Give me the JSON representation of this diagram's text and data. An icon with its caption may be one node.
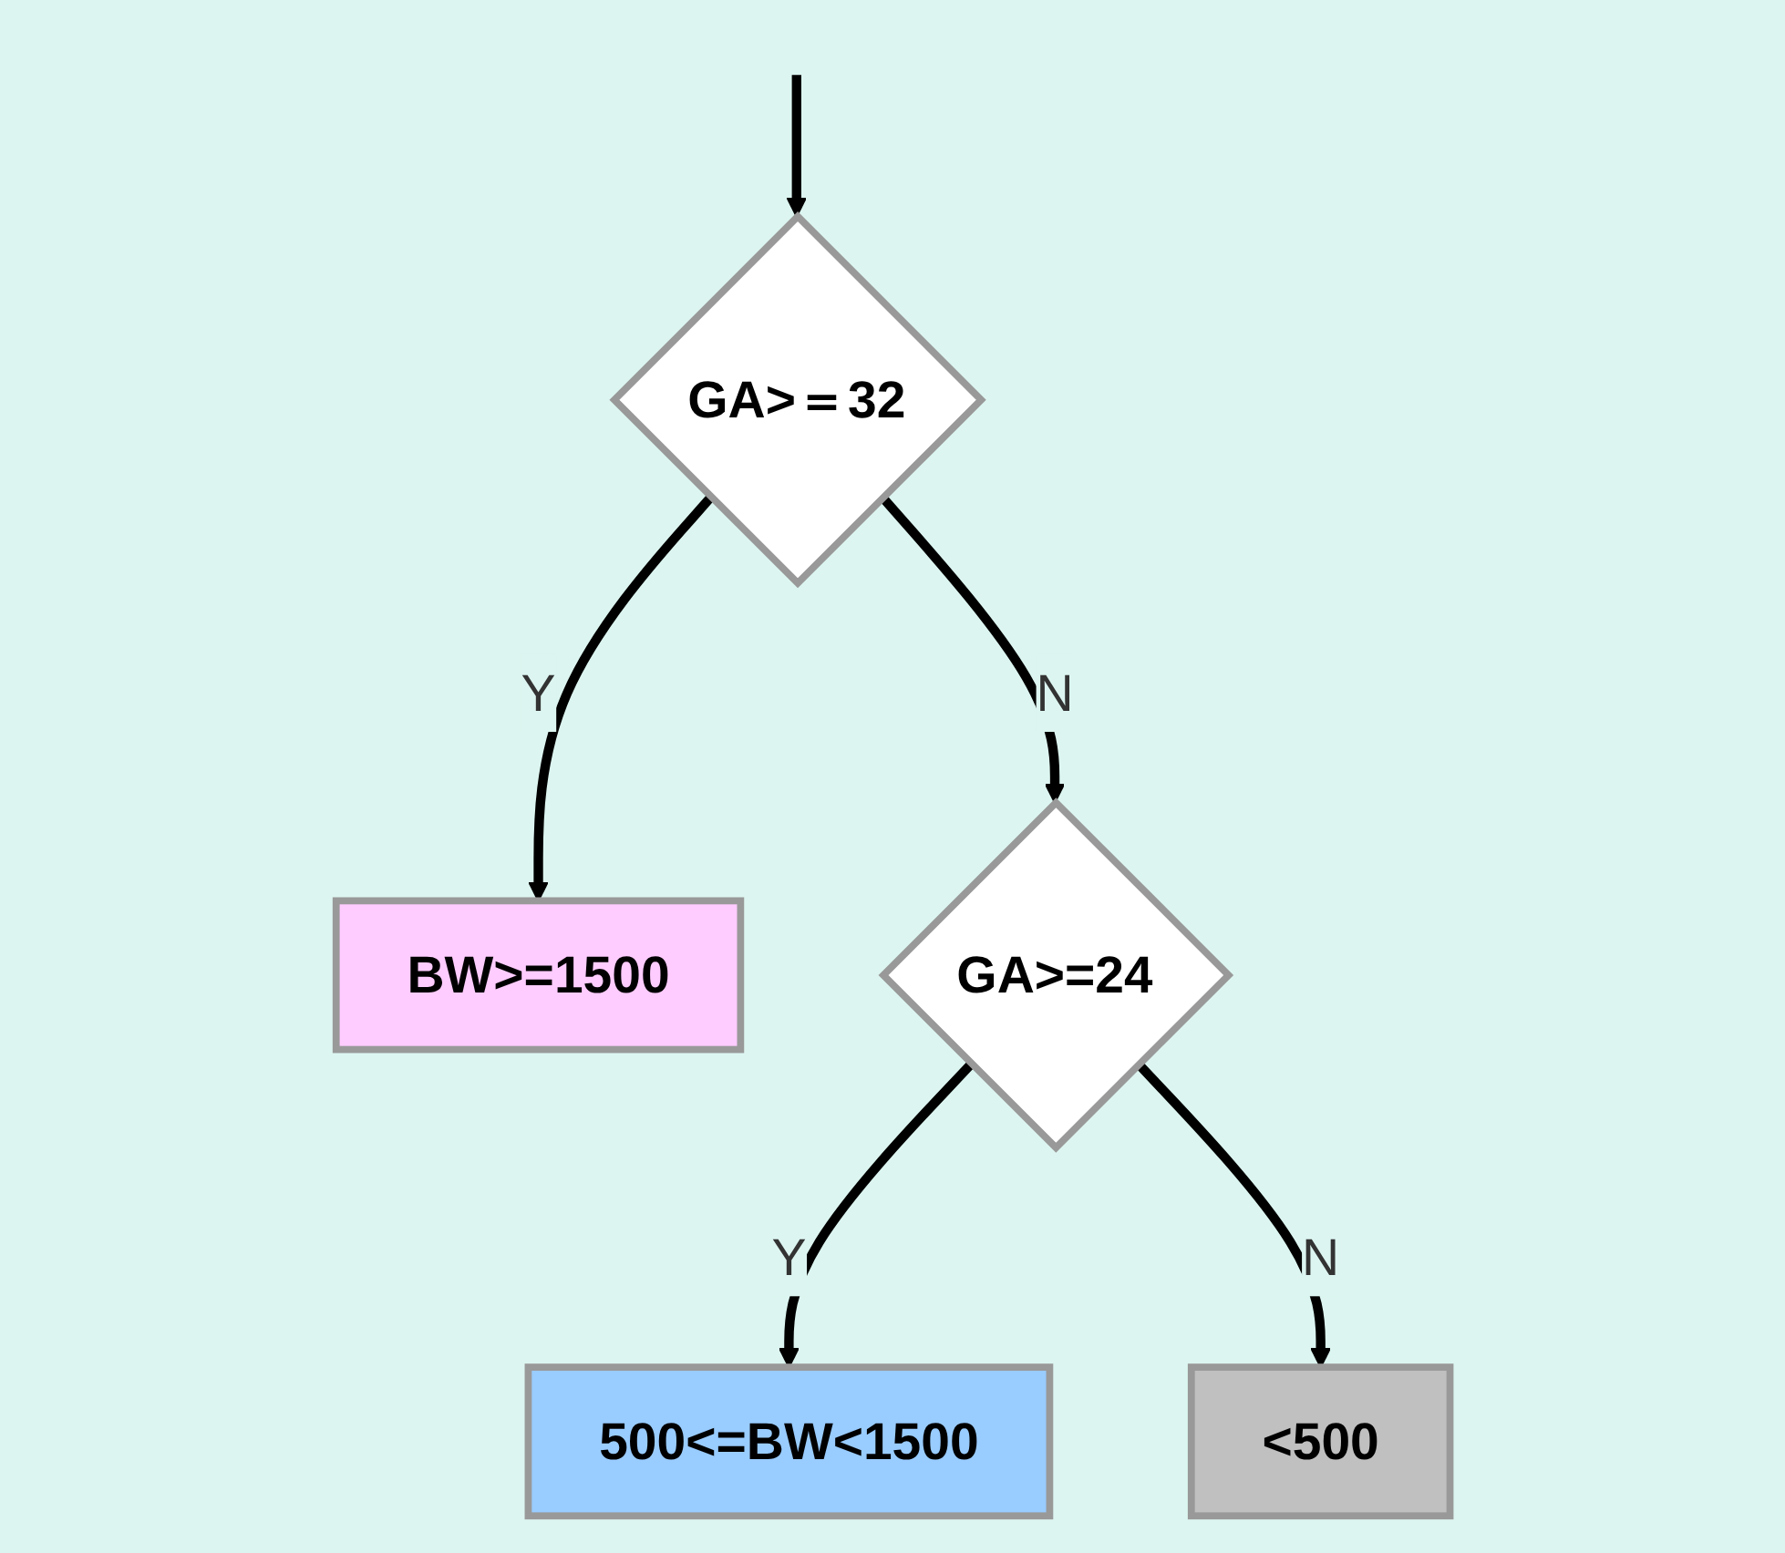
{
  "diagram": {
    "nodes": [
      {
        "text": [
          "GA>＝32"
        ]
      },
      {
        "text": [
          "BW>=1500"
        ]
      },
      {
        "text": [
          "GA>=24"
        ]
      },
      {
        "text": [
          "500<=BW<1500"
        ]
      },
      {
        "text": [
          "<500"
        ]
      }
    ],
    "edges": [
      {
        "from": null,
        "to": 0,
        "arrow": "to"
      },
      {
        "from": 0,
        "to": 1,
        "arrow": "to",
        "label": "Y"
      },
      {
        "from": 0,
        "to": 2,
        "arrow": "to",
        "label": "N"
      },
      {
        "from": 2,
        "to": 3,
        "arrow": "to",
        "label": "Y"
      },
      {
        "from": 2,
        "to": 4,
        "arrow": "to",
        "label": "N"
      }
    ]
  }
}
